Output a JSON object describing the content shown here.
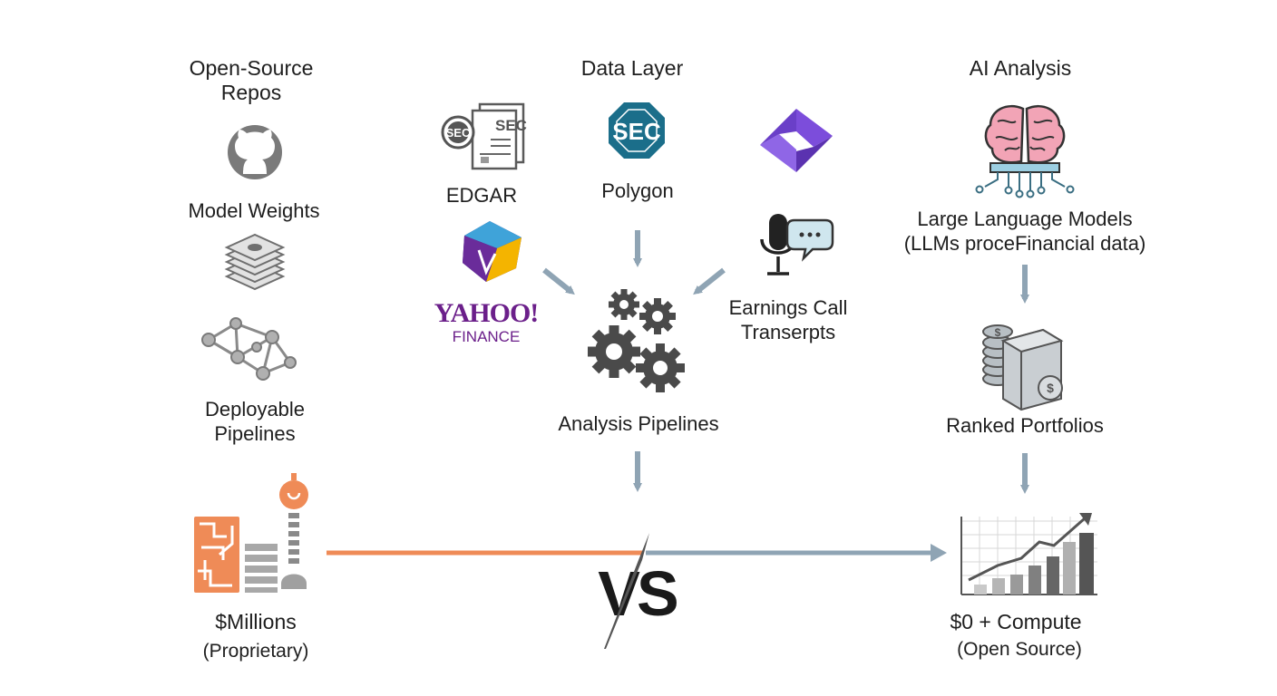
{
  "columns": {
    "left": {
      "title_lines": [
        "Open-Source",
        "Repos"
      ]
    },
    "center": {
      "title": "Data Layer"
    },
    "right": {
      "title": "AI Analysis"
    }
  },
  "left": {
    "repo_icon": "github-icon",
    "model_weights_label": "Model Weights",
    "weights_icon": "layered-stack-icon",
    "pipeline_icon": "node-graph-icon",
    "deployable_lines": [
      "Deployable",
      "Pipelines"
    ]
  },
  "sources": {
    "edgar": {
      "icon": "sec-document-icon",
      "label": "EDGAR",
      "icon_text": "SEC"
    },
    "polygon": {
      "icon": "sec-badge-icon",
      "label": "Polygon",
      "icon_text": "SEC"
    },
    "purple_logo": {
      "icon": "purple-diamond-logo-icon"
    },
    "yahoo": {
      "icon": "cube-logo-icon",
      "brand_lines": [
        "YAHOO!",
        "FINANCE"
      ]
    },
    "earnings": {
      "icon": "microphone-chat-icon",
      "label_lines": [
        "Earnings Call",
        "Transerpts"
      ]
    }
  },
  "center": {
    "gears_icon": "gears-icon",
    "pipelines_label": "Analysis Pipelines"
  },
  "right": {
    "brain_icon": "brain-chip-icon",
    "llm_lines": [
      "Large Language Models",
      "(LLMs proceFinancial data)"
    ],
    "portfolio_icon": "coins-safe-icon",
    "portfolios_label": "Ranked Portfolios",
    "growth_icon": "growth-chart-icon"
  },
  "comparison": {
    "proprietary_icon": "circuit-bulb-icon",
    "cost_left": "$Millions",
    "cost_left_sub": "(Proprietary)",
    "vs": "VS",
    "cost_right": "$0 + Compute",
    "cost_right_sub": "(Open Source)"
  },
  "colors": {
    "orange": "#ef8b57",
    "steel": "#8fa4b4",
    "purple": "#6b1f8a",
    "teal": "#1b6e8a",
    "violet": "#7c4ddb",
    "gear": "#4a4a4a",
    "brain": "#f2a4b6"
  }
}
